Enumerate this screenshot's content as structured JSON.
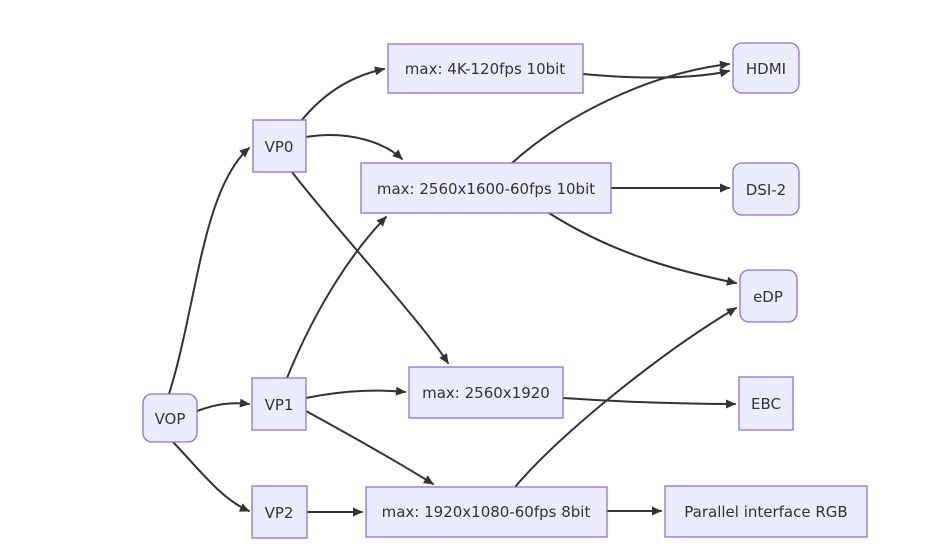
{
  "diagram": {
    "type": "flowchart",
    "direction": "left-to-right",
    "colors": {
      "background": "#FFFFFF",
      "node_fill": "#ECECFF",
      "node_border": "#9370DB",
      "edge": "#333333",
      "text": "#333333"
    },
    "nodes": {
      "vop": {
        "label": "VOP",
        "shape": "rounded"
      },
      "vp0": {
        "label": "VP0",
        "shape": "rect"
      },
      "vp1": {
        "label": "VP1",
        "shape": "rect"
      },
      "vp2": {
        "label": "VP2",
        "shape": "rect"
      },
      "max_4k": {
        "label": "max: 4K-120fps 10bit",
        "shape": "rect"
      },
      "max_2560x1600": {
        "label": "max: 2560x1600-60fps 10bit",
        "shape": "rect"
      },
      "max_2560x1920": {
        "label": "max: 2560x1920",
        "shape": "rect"
      },
      "max_1920x1080": {
        "label": "max: 1920x1080-60fps 8bit",
        "shape": "rect"
      },
      "hdmi": {
        "label": "HDMI",
        "shape": "rounded"
      },
      "dsi2": {
        "label": "DSI-2",
        "shape": "rounded"
      },
      "edp": {
        "label": "eDP",
        "shape": "rounded"
      },
      "ebc": {
        "label": "EBC",
        "shape": "rect"
      },
      "rgb": {
        "label": "Parallel interface RGB",
        "shape": "rect"
      }
    },
    "edges": [
      {
        "from": "VOP",
        "to": "VP0"
      },
      {
        "from": "VOP",
        "to": "VP1"
      },
      {
        "from": "VOP",
        "to": "VP2"
      },
      {
        "from": "VP0",
        "to": "max: 4K-120fps 10bit"
      },
      {
        "from": "VP0",
        "to": "max: 2560x1600-60fps 10bit"
      },
      {
        "from": "VP0",
        "to": "max: 2560x1920"
      },
      {
        "from": "VP1",
        "to": "max: 2560x1600-60fps 10bit"
      },
      {
        "from": "VP1",
        "to": "max: 2560x1920"
      },
      {
        "from": "VP1",
        "to": "max: 1920x1080-60fps 8bit"
      },
      {
        "from": "VP2",
        "to": "max: 1920x1080-60fps 8bit"
      },
      {
        "from": "max: 4K-120fps 10bit",
        "to": "HDMI"
      },
      {
        "from": "max: 2560x1600-60fps 10bit",
        "to": "HDMI"
      },
      {
        "from": "max: 2560x1600-60fps 10bit",
        "to": "DSI-2"
      },
      {
        "from": "max: 2560x1600-60fps 10bit",
        "to": "eDP"
      },
      {
        "from": "max: 2560x1920",
        "to": "EBC"
      },
      {
        "from": "max: 1920x1080-60fps 8bit",
        "to": "eDP"
      },
      {
        "from": "max: 1920x1080-60fps 8bit",
        "to": "Parallel interface RGB"
      }
    ]
  }
}
